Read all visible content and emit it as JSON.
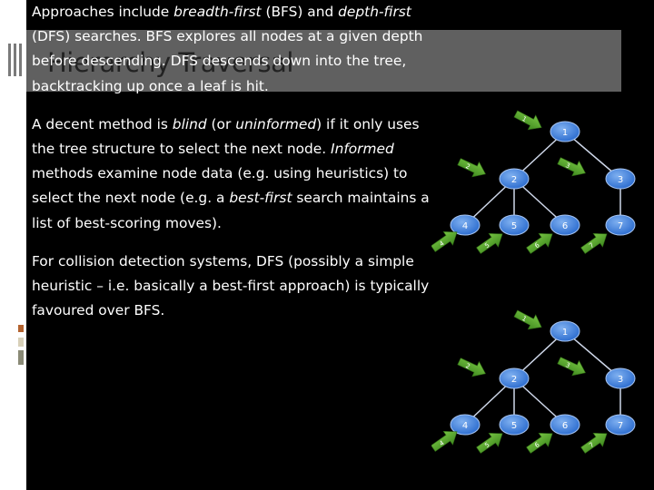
{
  "title": "Hierarchy Traversal",
  "paragraphs": [
    {
      "segments": [
        {
          "t": "Approaches include ",
          "i": false
        },
        {
          "t": "breadth-first",
          "i": true
        },
        {
          "t": " (BFS) and ",
          "i": false
        },
        {
          "t": "depth-first",
          "i": true
        },
        {
          "t": " (DFS) searches. BFS explores all nodes at a given depth before descending. DFS descends down into the tree, backtracking up once a leaf is hit.",
          "i": false
        }
      ]
    },
    {
      "segments": [
        {
          "t": "A decent method is ",
          "i": false
        },
        {
          "t": "blind",
          "i": true
        },
        {
          "t": " (or ",
          "i": false
        },
        {
          "t": "uninformed",
          "i": true
        },
        {
          "t": ") if it only uses the tree structure to select the next node. ",
          "i": false
        },
        {
          "t": "Informed",
          "i": true
        },
        {
          "t": " methods examine node data (e.g. using heuristics) to select the next node  (e.g. a ",
          "i": false
        },
        {
          "t": "best-first",
          "i": true
        },
        {
          "t": " search maintains a list of best-scoring moves).",
          "i": false
        }
      ]
    },
    {
      "segments": [
        {
          "t": "For collision detection systems, DFS (possibly a simple heuristic – i.e. basically a best-first approach) is typically favoured over BFS.",
          "i": false
        }
      ]
    }
  ],
  "trees": [
    {
      "nodes": [
        {
          "id": "1",
          "label": "1"
        },
        {
          "id": "2",
          "label": "2"
        },
        {
          "id": "3",
          "label": "3"
        },
        {
          "id": "4",
          "label": "4"
        },
        {
          "id": "5",
          "label": "5"
        },
        {
          "id": "6",
          "label": "6"
        },
        {
          "id": "7",
          "label": "7"
        }
      ],
      "edges": [
        [
          "1",
          "2"
        ],
        [
          "1",
          "3"
        ],
        [
          "2",
          "4"
        ],
        [
          "2",
          "5"
        ],
        [
          "2",
          "6"
        ],
        [
          "3",
          "7"
        ]
      ],
      "arrow_labels": [
        "1",
        "2",
        "3",
        "4",
        "5",
        "6",
        "7"
      ]
    },
    {
      "nodes": [
        {
          "id": "1",
          "label": "1"
        },
        {
          "id": "2",
          "label": "2"
        },
        {
          "id": "3",
          "label": "3"
        },
        {
          "id": "4",
          "label": "4"
        },
        {
          "id": "5",
          "label": "5"
        },
        {
          "id": "6",
          "label": "6"
        },
        {
          "id": "7",
          "label": "7"
        }
      ],
      "edges": [
        [
          "1",
          "2"
        ],
        [
          "1",
          "3"
        ],
        [
          "2",
          "4"
        ],
        [
          "2",
          "5"
        ],
        [
          "2",
          "6"
        ],
        [
          "3",
          "7"
        ]
      ],
      "arrow_labels": [
        "1",
        "2",
        "3",
        "4",
        "5",
        "6",
        "7"
      ]
    }
  ],
  "colors": {
    "node_fill": "#2f6fd0",
    "node_highlight": "#7fb0f0",
    "edge": "#cfd8ea",
    "arrow_fill": "#77c443",
    "arrow_dark": "#3f8a1f",
    "title_band": "#606060",
    "text": "#ffffff"
  }
}
